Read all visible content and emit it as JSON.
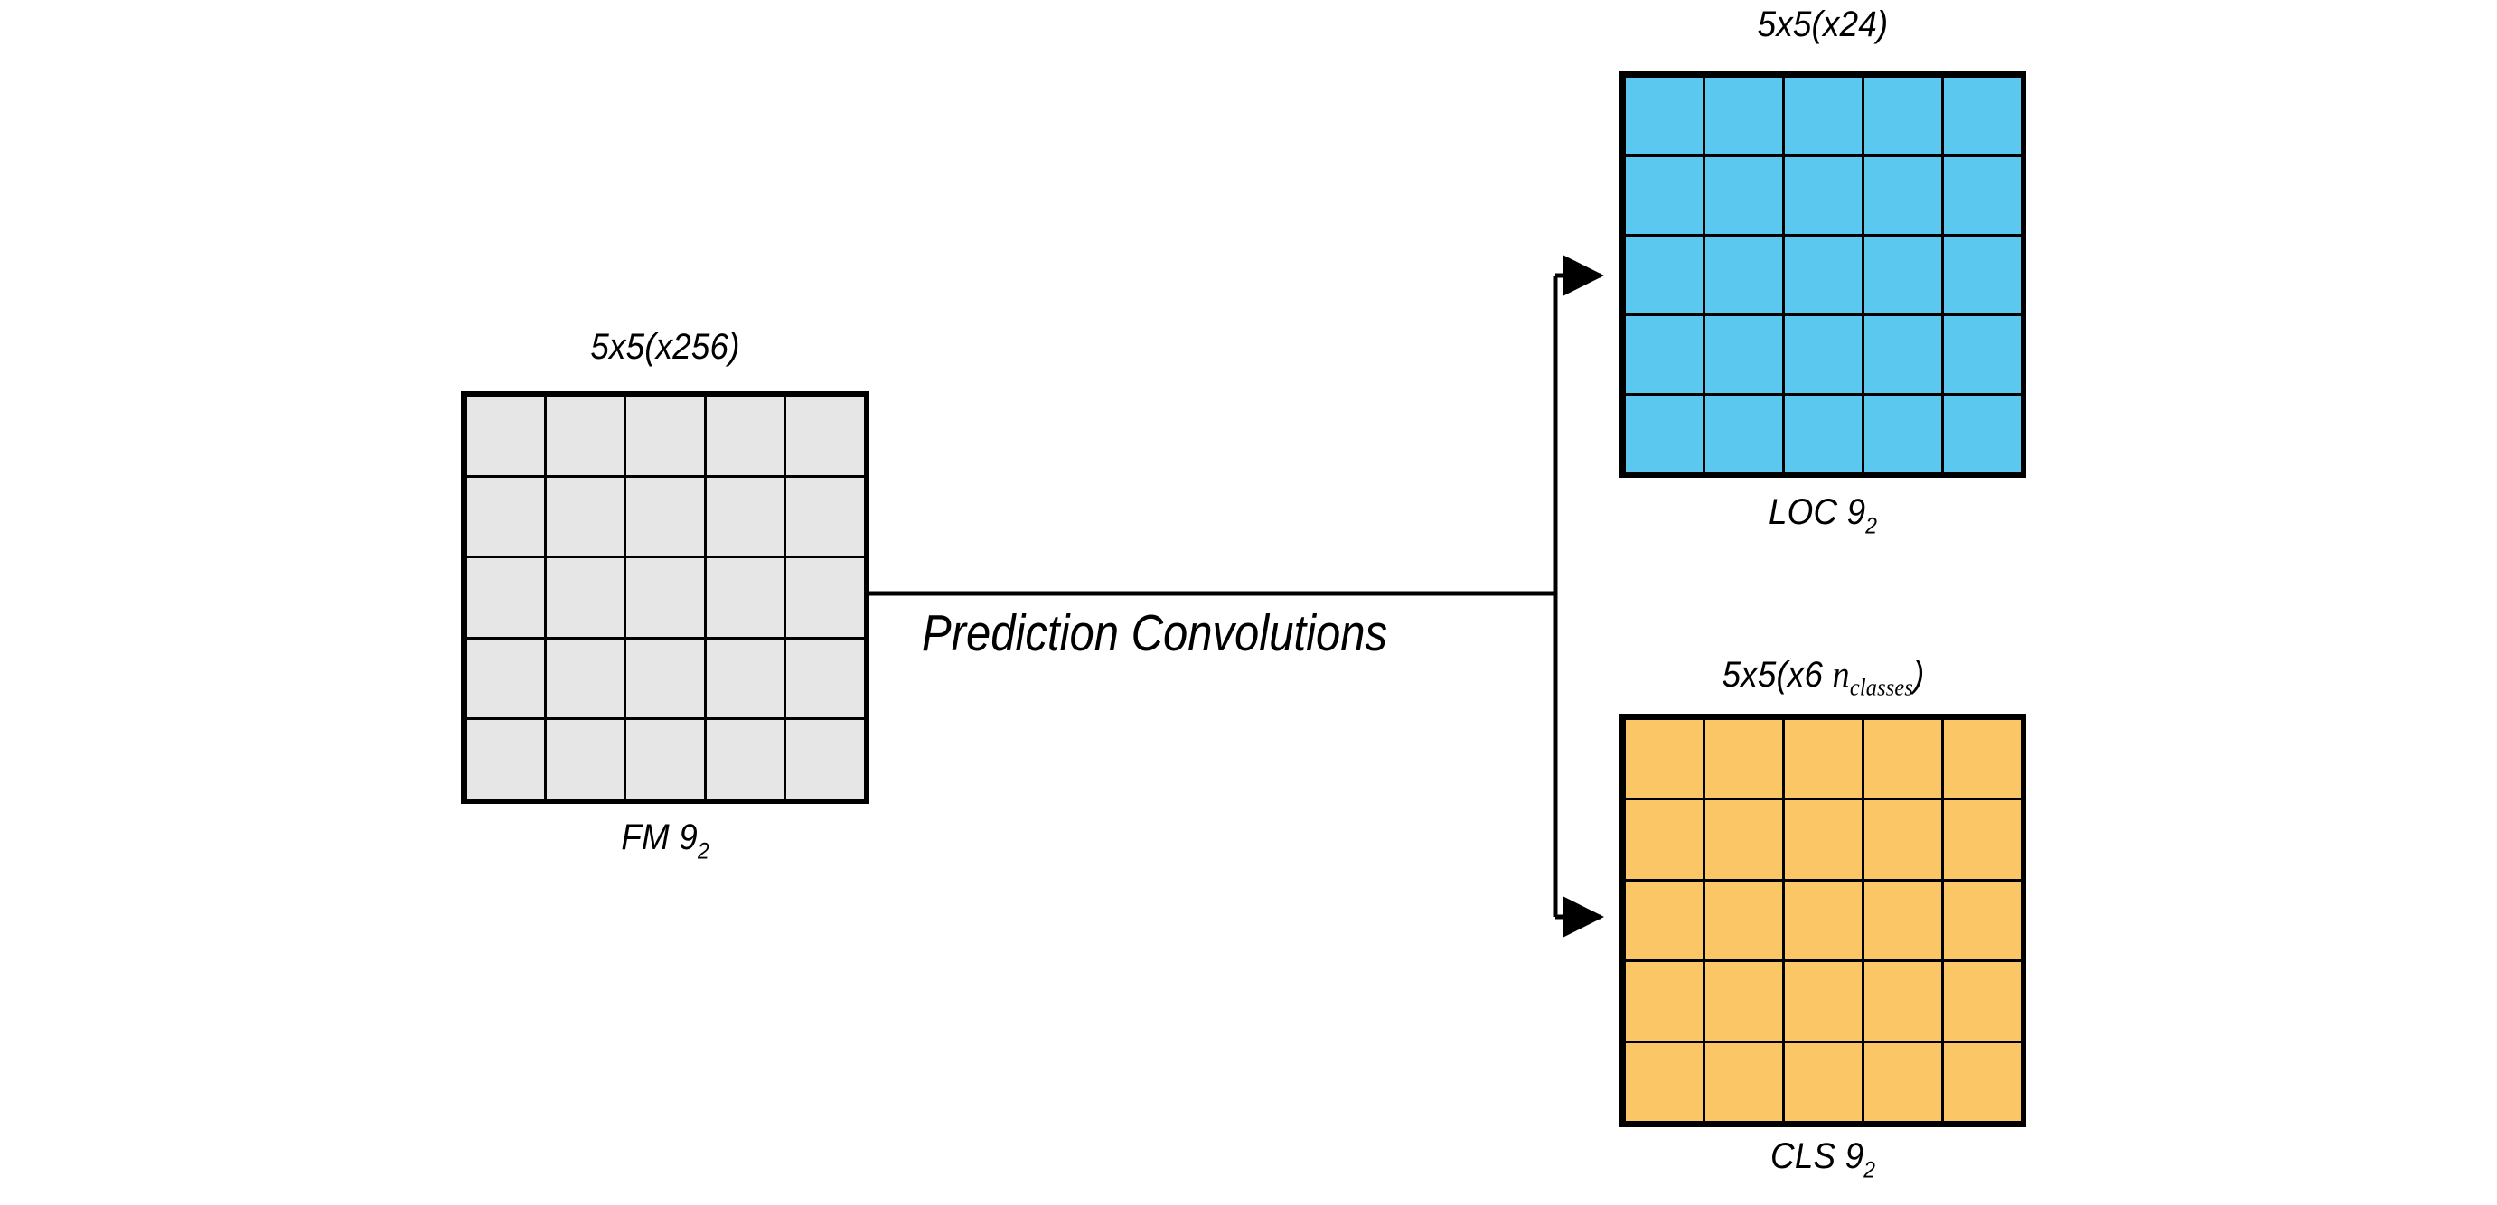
{
  "diagram": {
    "title": "Prediction Convolutions",
    "connector_label": "Prediction Convolutions",
    "colors": {
      "feature_map": "#e6e6e6",
      "localization": "#5bc8f0",
      "classification": "#fbc766",
      "stroke": "#000000",
      "background": "#ffffff"
    },
    "blocks": [
      {
        "id": "feature-map",
        "top_label": "5x5(x256)",
        "bottom_label_text": "FM 9",
        "bottom_label_sub": "2",
        "rows": 5,
        "cols": 5,
        "cells": 25,
        "fill": "#e6e6e6"
      },
      {
        "id": "localization",
        "top_label": "5x5(x24)",
        "bottom_label_text": "LOC 9",
        "bottom_label_sub": "2",
        "rows": 5,
        "cols": 5,
        "cells": 25,
        "fill": "#5bc8f0"
      },
      {
        "id": "classification",
        "top_label_prefix": "5x5(x6 ",
        "top_label_var": "n",
        "top_label_var_sub": "classes",
        "top_label_suffix": ")",
        "bottom_label_text": "CLS 9",
        "bottom_label_sub": "2",
        "rows": 5,
        "cols": 5,
        "cells": 25,
        "fill": "#fbc766"
      }
    ],
    "arrows": [
      {
        "id": "to-localization",
        "from": "feature-map",
        "to": "localization"
      },
      {
        "id": "to-classification",
        "from": "feature-map",
        "to": "classification"
      }
    ]
  }
}
